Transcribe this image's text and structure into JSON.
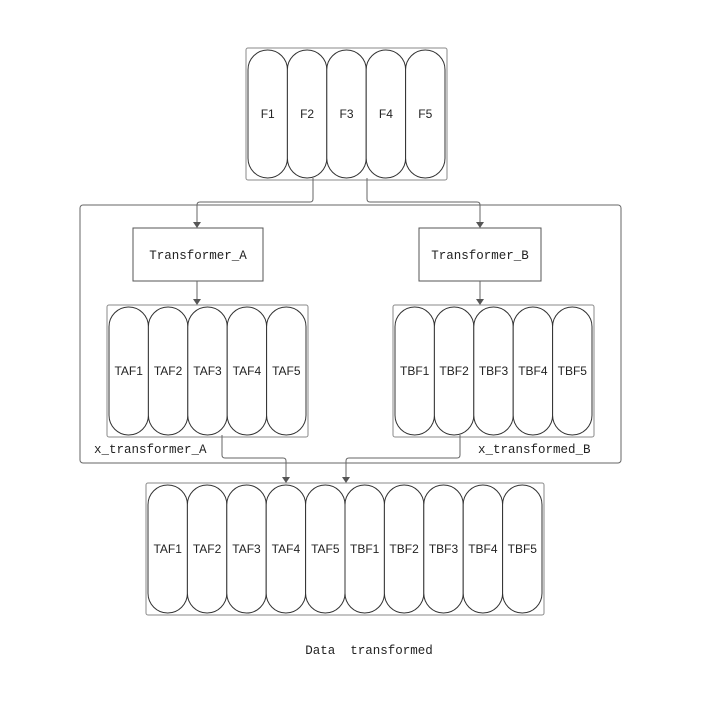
{
  "input_features": [
    "F1",
    "F2",
    "F3",
    "F4",
    "F5"
  ],
  "transformer_a": {
    "name": "Transformer_A",
    "outputs": [
      "TAF1",
      "TAF2",
      "TAF3",
      "TAF4",
      "TAF5"
    ],
    "caption": "x_transformer_A",
    "caption_color": "#e5932a"
  },
  "transformer_b": {
    "name": "Transformer_B",
    "outputs": [
      "TBF1",
      "TBF2",
      "TBF3",
      "TBF4",
      "TBF5"
    ],
    "caption": "x_transformed_B",
    "caption_color": "#5aa7e0"
  },
  "output_features": [
    "TAF1",
    "TAF2",
    "TAF3",
    "TAF4",
    "TAF5",
    "TBF1",
    "TBF2",
    "TBF3",
    "TBF4",
    "TBF5"
  ],
  "footer_label": "Data  transformed"
}
